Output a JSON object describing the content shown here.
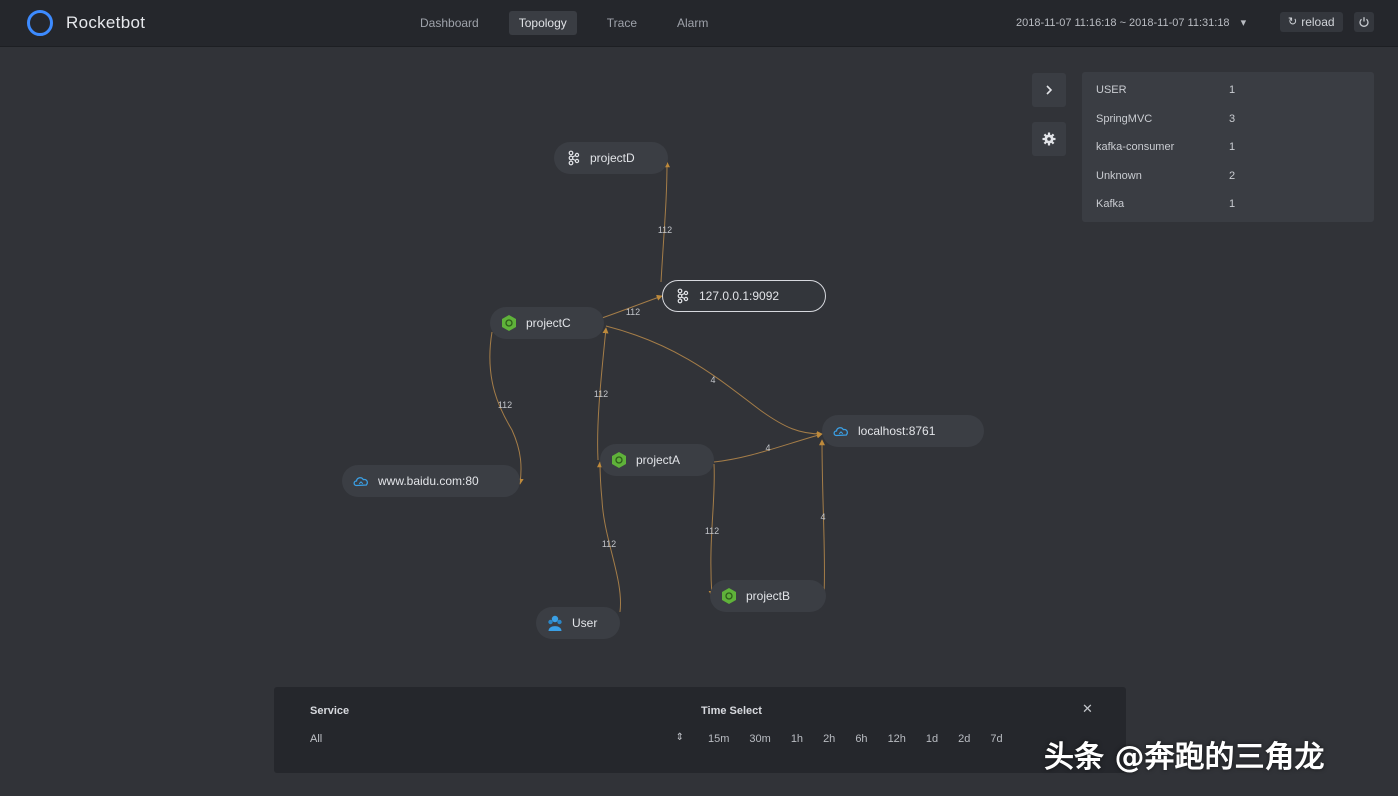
{
  "app": {
    "brand": "Rocketbot",
    "accent_color": "#3d8bff"
  },
  "nav": {
    "items": [
      "Dashboard",
      "Topology",
      "Trace",
      "Alarm"
    ],
    "active": "Topology"
  },
  "header": {
    "time_range": "2018-11-07 11:16:18 ~ 2018-11-07 11:31:18",
    "reload_label": "reload",
    "reload_icon": "refresh-icon",
    "power_icon": "power-icon"
  },
  "legend": {
    "rows": [
      {
        "name": "USER",
        "count": "1"
      },
      {
        "name": "SpringMVC",
        "count": "3"
      },
      {
        "name": "kafka-consumer",
        "count": "1"
      },
      {
        "name": "Unknown",
        "count": "2"
      },
      {
        "name": "Kafka",
        "count": "1"
      }
    ]
  },
  "topology": {
    "nodes": [
      {
        "id": "projectD",
        "label": "projectD",
        "type": "kafka"
      },
      {
        "id": "kafka9092",
        "label": "127.0.0.1:9092",
        "type": "kafka",
        "selected": true
      },
      {
        "id": "projectC",
        "label": "projectC",
        "type": "springmvc"
      },
      {
        "id": "projectA",
        "label": "projectA",
        "type": "springmvc"
      },
      {
        "id": "localhost8761",
        "label": "localhost:8761",
        "type": "unknown"
      },
      {
        "id": "baidu",
        "label": "www.baidu.com:80",
        "type": "unknown"
      },
      {
        "id": "projectB",
        "label": "projectB",
        "type": "springmvc"
      },
      {
        "id": "user",
        "label": "User",
        "type": "user"
      }
    ],
    "edges": [
      {
        "from": "kafka9092",
        "to": "projectD",
        "label": "112"
      },
      {
        "from": "projectC",
        "to": "kafka9092",
        "label": "112"
      },
      {
        "from": "projectC",
        "to": "baidu",
        "label": "112"
      },
      {
        "from": "projectC",
        "to": "localhost8761",
        "label": "4"
      },
      {
        "from": "projectA",
        "to": "projectC",
        "label": "112"
      },
      {
        "from": "projectA",
        "to": "localhost8761",
        "label": "4"
      },
      {
        "from": "projectA",
        "to": "projectB",
        "label": "112"
      },
      {
        "from": "user",
        "to": "projectA",
        "label": "112"
      },
      {
        "from": "projectB",
        "to": "localhost8761",
        "label": "4"
      }
    ],
    "node_color": "#3b3e44",
    "edge_color": "#b98a4b",
    "springmvc_icon_color": "#5fb23a",
    "cloud_icon_color": "#3aa0e6"
  },
  "bottom_panel": {
    "service_label": "Service",
    "service_value": "All",
    "time_label": "Time Select",
    "time_options": [
      "15m",
      "30m",
      "1h",
      "2h",
      "6h",
      "12h",
      "1d",
      "2d",
      "7d"
    ],
    "close_icon": "close-icon"
  },
  "watermark": "头条 @奔跑的三角龙"
}
